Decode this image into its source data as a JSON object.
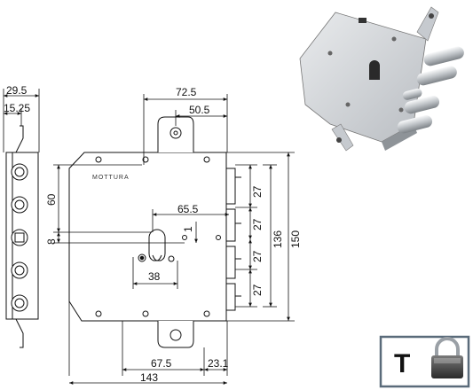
{
  "dimensions": {
    "width_side": "29.5",
    "width_side_inner": "15.25",
    "center_to_top_pin": "72.5",
    "center_to_pin_inner": "50.5",
    "height_60": "60",
    "height_8": "8",
    "center_offset": "65.5",
    "gap_1": "1",
    "cyl_38": "38",
    "bolt_27_a": "27",
    "bolt_27_b": "27",
    "bolt_27_c": "27",
    "bolt_27_d": "27",
    "height_136": "136",
    "height_150": "150",
    "bottom_67_5": "67.5",
    "bottom_23_1": "23.1",
    "overall_143": "143"
  },
  "brand_label": "MOTTURA",
  "badge": {
    "letter": "T",
    "icon": "padlock-icon"
  },
  "colors": {
    "line": "#111111",
    "photo_body": "#c9ccd0",
    "chrome": "#e6e8ea",
    "badge_border": "#5a6b7a"
  }
}
